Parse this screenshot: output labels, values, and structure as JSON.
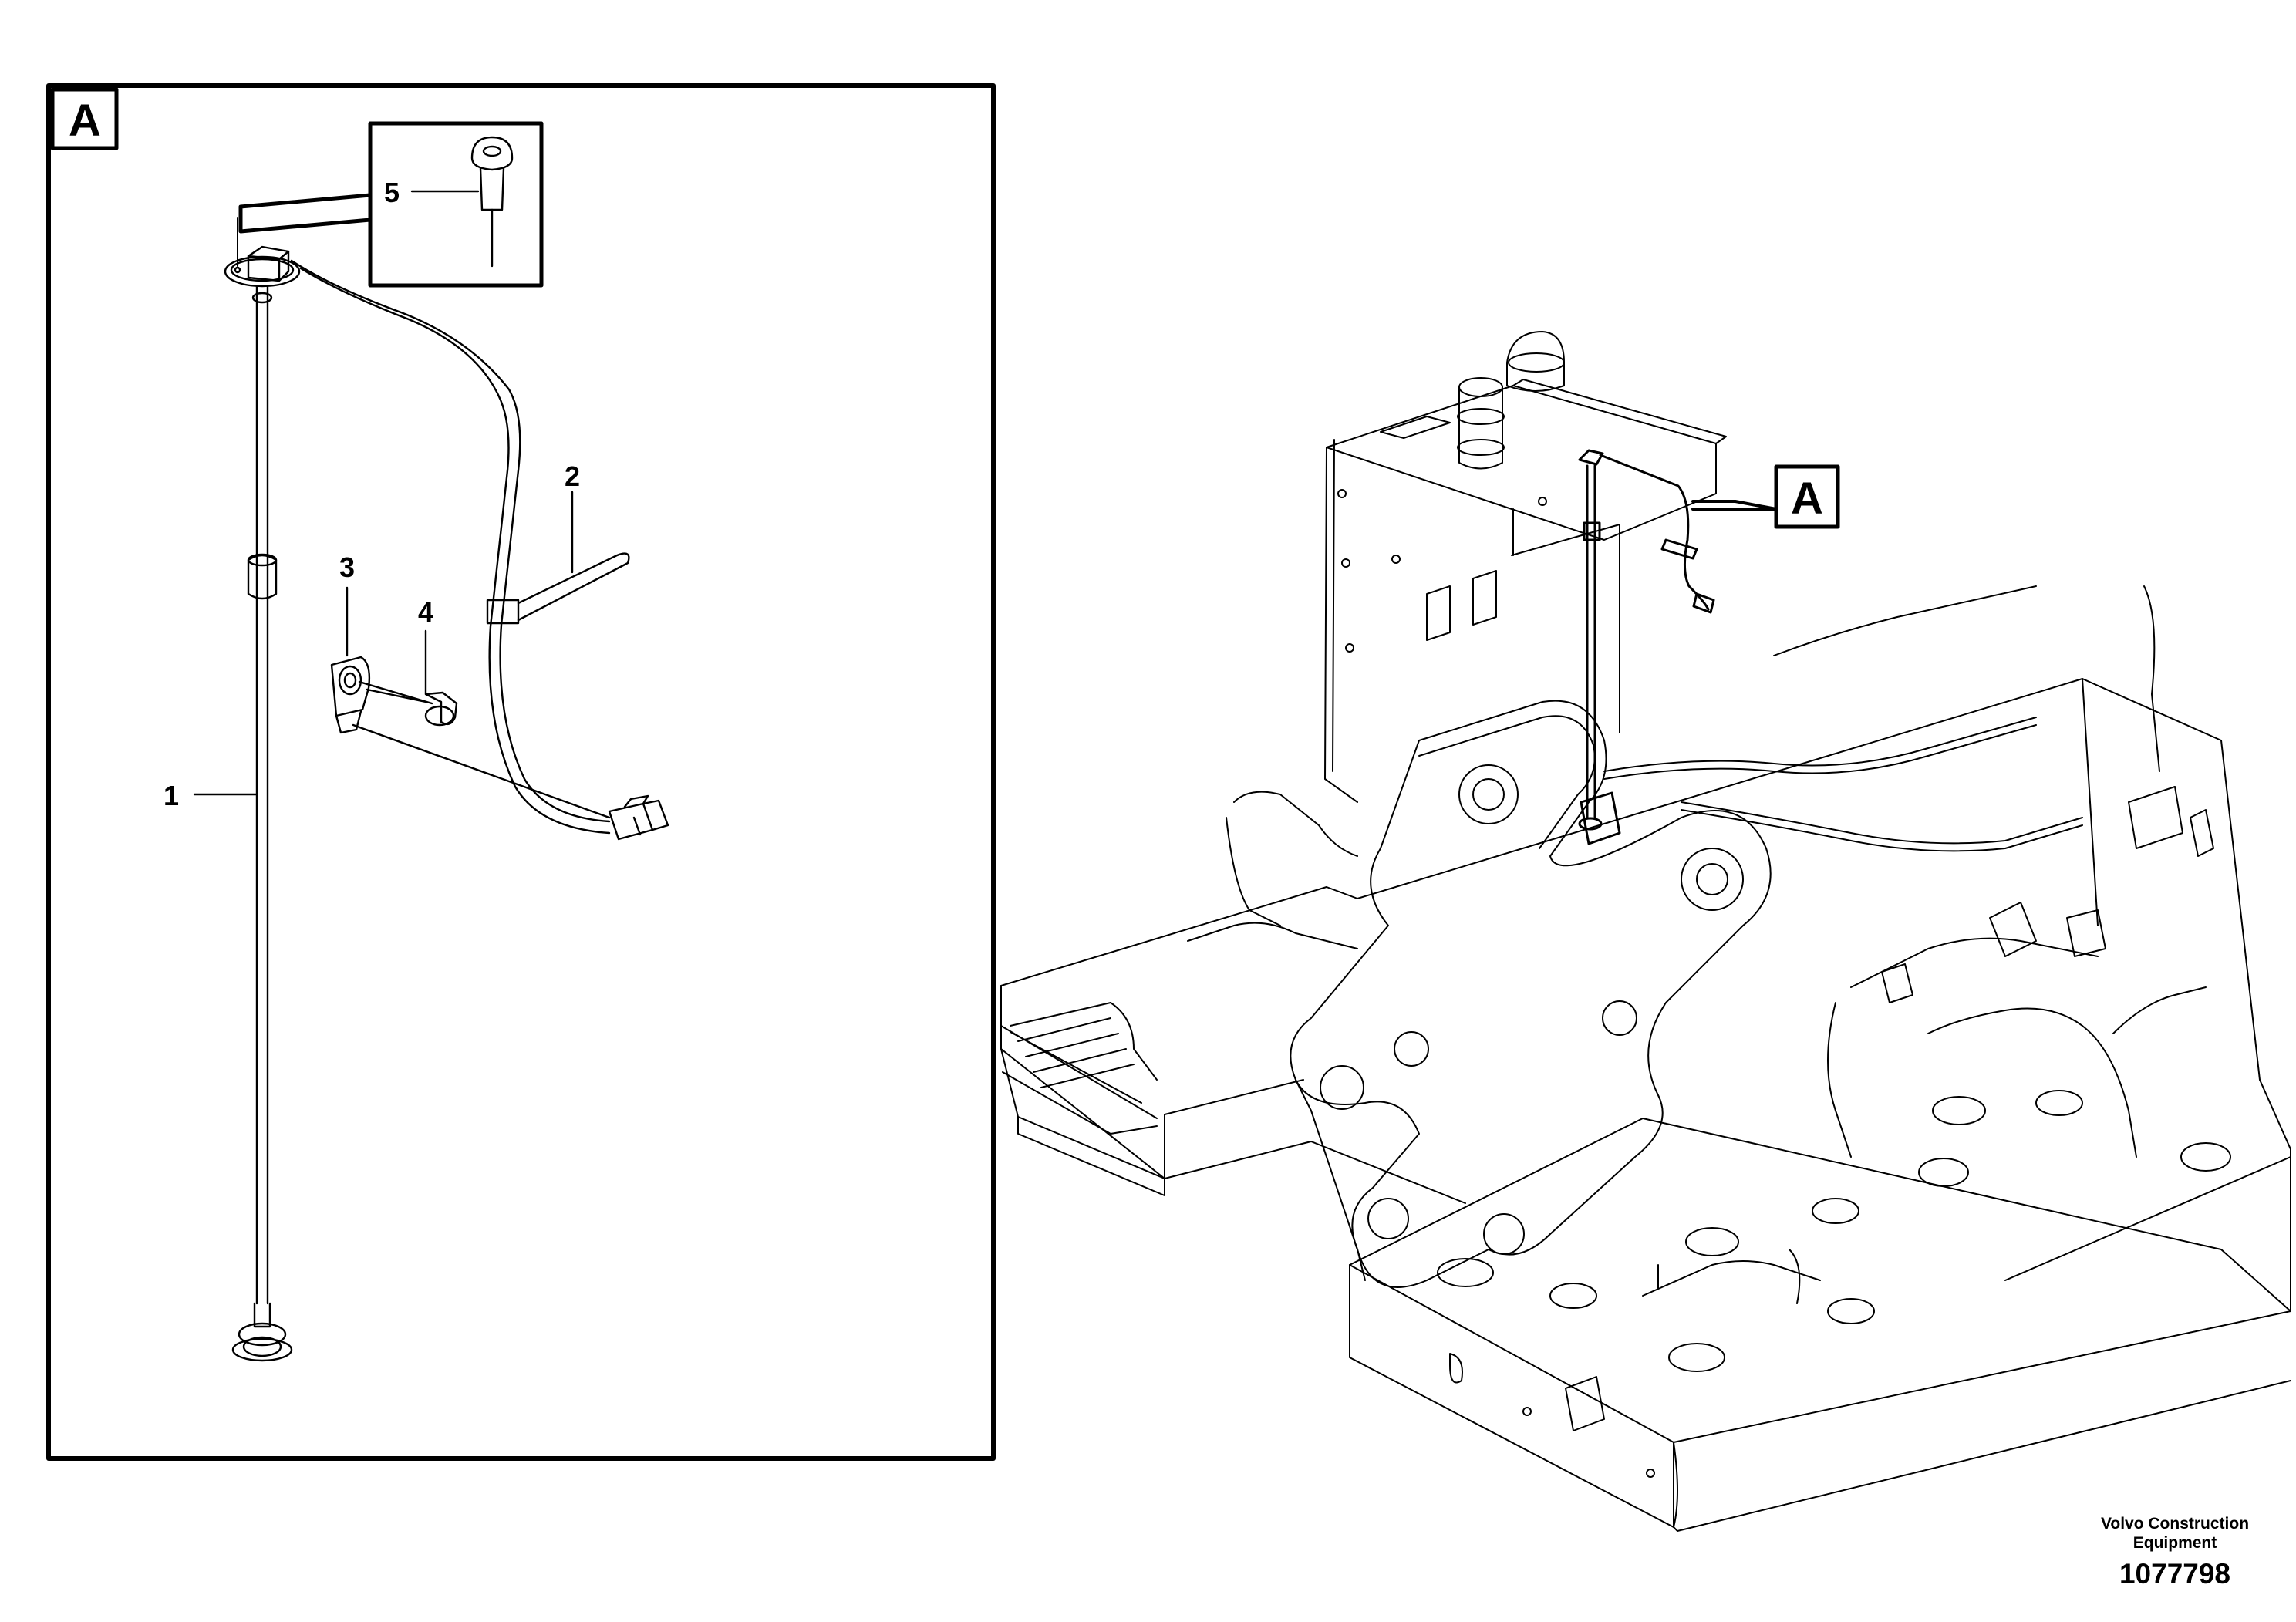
{
  "detail": {
    "view_label": "A",
    "callouts": [
      {
        "id": "1",
        "label": "1"
      },
      {
        "id": "2",
        "label": "2"
      },
      {
        "id": "3",
        "label": "3"
      },
      {
        "id": "4",
        "label": "4"
      },
      {
        "id": "5",
        "label": "5"
      }
    ]
  },
  "overview": {
    "reference_label": "A"
  },
  "footer": {
    "company_line1": "Volvo Construction",
    "company_line2": "Equipment",
    "doc_number": "1077798"
  }
}
